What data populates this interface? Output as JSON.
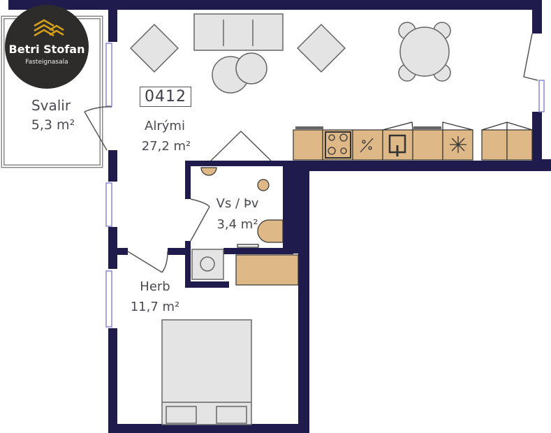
{
  "colors": {
    "wall": "#1f1c4d",
    "counter": "#deb887",
    "furniture": "#e4e4e4",
    "window": "#8a86d8",
    "logo_bg": "#2e2b2b",
    "logo_accent": "#d4a017"
  },
  "logo": {
    "name": "Betri Stofan",
    "tagline": "Fasteignasala"
  },
  "unit_number": "0412",
  "rooms": [
    {
      "name": "Svalir",
      "area": "5,3 m²"
    },
    {
      "name": "Alrými",
      "area": "27,2 m²"
    },
    {
      "name": "Vs / Þv",
      "area": "3,4 m²"
    },
    {
      "name": "Herb",
      "area": "11,7 m²"
    }
  ]
}
